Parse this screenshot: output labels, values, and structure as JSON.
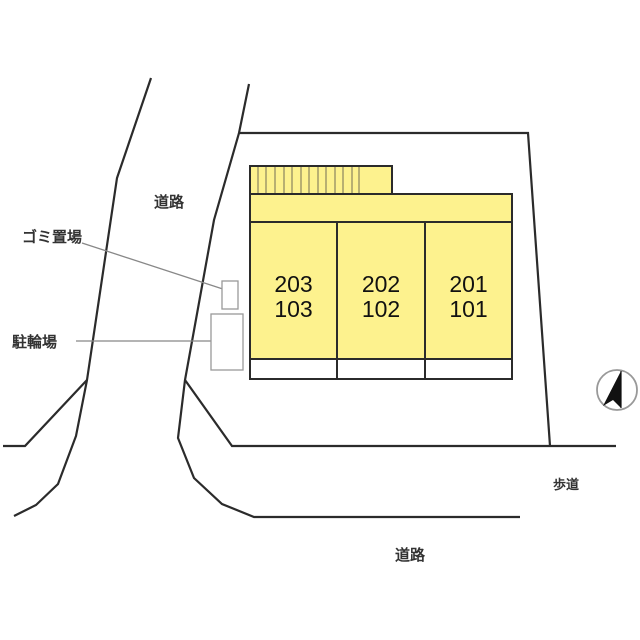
{
  "labels": {
    "road_top": "道路",
    "garbage": "ゴミ置場",
    "bicycle": "駐輪場",
    "sidewalk": "歩道",
    "road_bottom": "道路"
  },
  "units": [
    {
      "upper": "203",
      "lower": "103"
    },
    {
      "upper": "202",
      "lower": "102"
    },
    {
      "upper": "201",
      "lower": "101"
    }
  ],
  "compass": {
    "icon": "north-arrow-icon"
  },
  "colors": {
    "building": "#fdf28e",
    "line": "#2b2b2b",
    "leader": "#888888"
  }
}
